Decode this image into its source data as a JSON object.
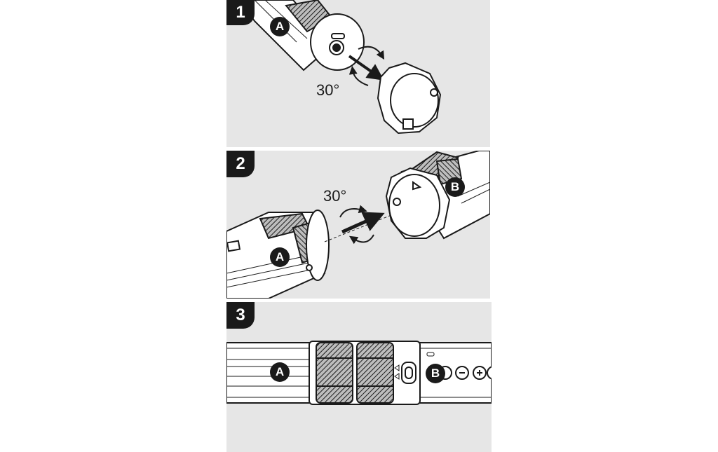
{
  "steps": [
    {
      "number": "1",
      "angle": "30°",
      "badges": [
        "A"
      ]
    },
    {
      "number": "2",
      "angle": "30°",
      "badges": [
        "B",
        "A"
      ]
    },
    {
      "number": "3",
      "badges": [
        "A",
        "B"
      ]
    }
  ],
  "colors": {
    "panel": "#e6e6e6",
    "ink": "#1a1a1a",
    "body": "#ffffff"
  }
}
